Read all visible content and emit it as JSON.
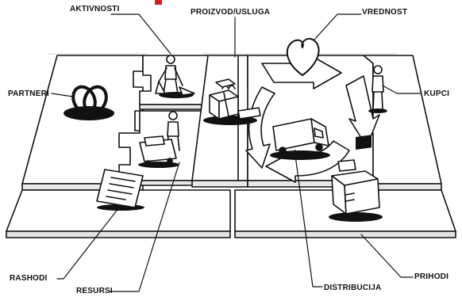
{
  "canvas_labels": {
    "aktivnosti": "AKTIVNOSTI",
    "proizvod": "PROIZVOD/USLUGA",
    "vrednost": "VREDNOST",
    "partneri": "PARTNERI",
    "kupci": "KUPCI",
    "rashodi": "RASHODI",
    "resursi": "RESURSI",
    "distribucija": "DISTRIBUCIJA",
    "prihodi": "PRIHODI"
  },
  "colors": {
    "ink": "#111111",
    "accent_red": "#d62020",
    "paper": "#ffffff"
  },
  "icons": [
    "rings-icon",
    "worker-icon",
    "person-icon",
    "gift-boxes-icon",
    "heart-icon",
    "truck-icon",
    "cash-register-icon",
    "document-icon",
    "cart-icon"
  ]
}
